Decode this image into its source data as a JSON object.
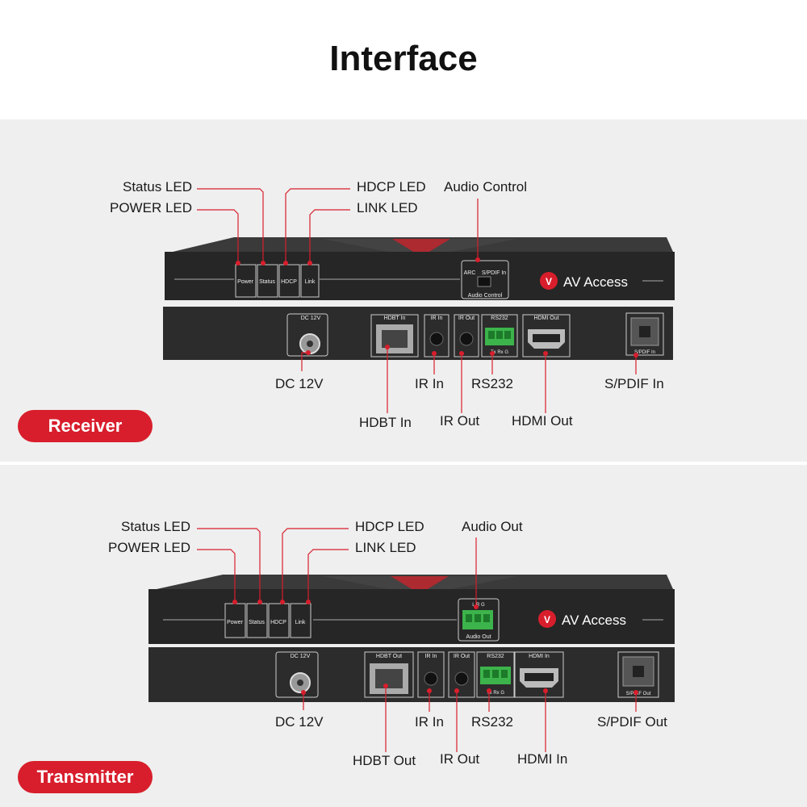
{
  "title": "Interface",
  "brand": "AV Access",
  "colors": {
    "accent": "#d81e2c",
    "device": "#2a2a2a",
    "panel": "#efefef"
  },
  "receiver": {
    "badge": "Receiver",
    "top_labels": {
      "status_led": "Status LED",
      "power_led": "POWER LED",
      "hdcp_led": "HDCP LED",
      "link_led": "LINK LED",
      "audio": "Audio Control"
    },
    "bottom_labels": {
      "dc": "DC 12V",
      "hdbt": "HDBT In",
      "ir_in": "IR In",
      "ir_out": "IR Out",
      "rs232": "RS232",
      "hdmi": "HDMI Out",
      "spdif": "S/PDIF In"
    },
    "device_text": {
      "power": "Power",
      "status": "Status",
      "hdcp": "HDCP",
      "link": "Link",
      "arc": "ARC",
      "spdif_switch": "S/PDIF In",
      "audio_box": "Audio Control",
      "dc": "DC 12V",
      "hdbt": "HDBT In",
      "ir_in": "IR In",
      "ir_out": "IR Out",
      "rs232": "RS232",
      "rs_pins": "Tx  Rx  G",
      "hdmi": "HDMI Out",
      "spdif": "S/PDIF In"
    }
  },
  "transmitter": {
    "badge": "Transmitter",
    "top_labels": {
      "status_led": "Status LED",
      "power_led": "POWER LED",
      "hdcp_led": "HDCP LED",
      "link_led": "LINK LED",
      "audio": "Audio Out"
    },
    "bottom_labels": {
      "dc": "DC 12V",
      "hdbt": "HDBT Out",
      "ir_in": "IR In",
      "ir_out": "IR Out",
      "rs232": "RS232",
      "hdmi": "HDMI In",
      "spdif": "S/PDIF Out"
    },
    "device_text": {
      "power": "Power",
      "status": "Status",
      "hdcp": "HDCP",
      "link": "Link",
      "audio_pins": "L  R  G",
      "audio_box": "Audio Out",
      "dc": "DC 12V",
      "hdbt": "HDBT Out",
      "ir_in": "IR In",
      "ir_out": "IR Out",
      "rs232": "RS232",
      "rs_pins": "Tx  Rx  G",
      "hdmi": "HDMI In",
      "spdif": "S/PDIF Out"
    }
  }
}
